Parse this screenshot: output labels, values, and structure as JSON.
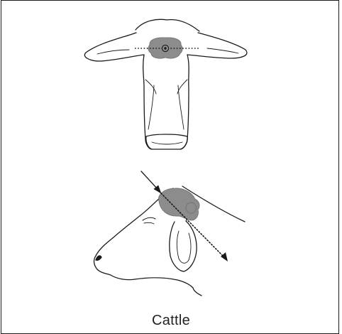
{
  "caption": "Cattle",
  "colors": {
    "line": "#1a1a1a",
    "brain_fill": "#8c8c8c",
    "background": "#ffffff",
    "frame": "#1a1a1a"
  },
  "icons": {
    "frontal_view": "cattle-head-front-illustration",
    "lateral_view": "cattle-head-side-illustration",
    "target_marker": "bullseye-target-icon",
    "shot_direction": "arrow-icon"
  }
}
